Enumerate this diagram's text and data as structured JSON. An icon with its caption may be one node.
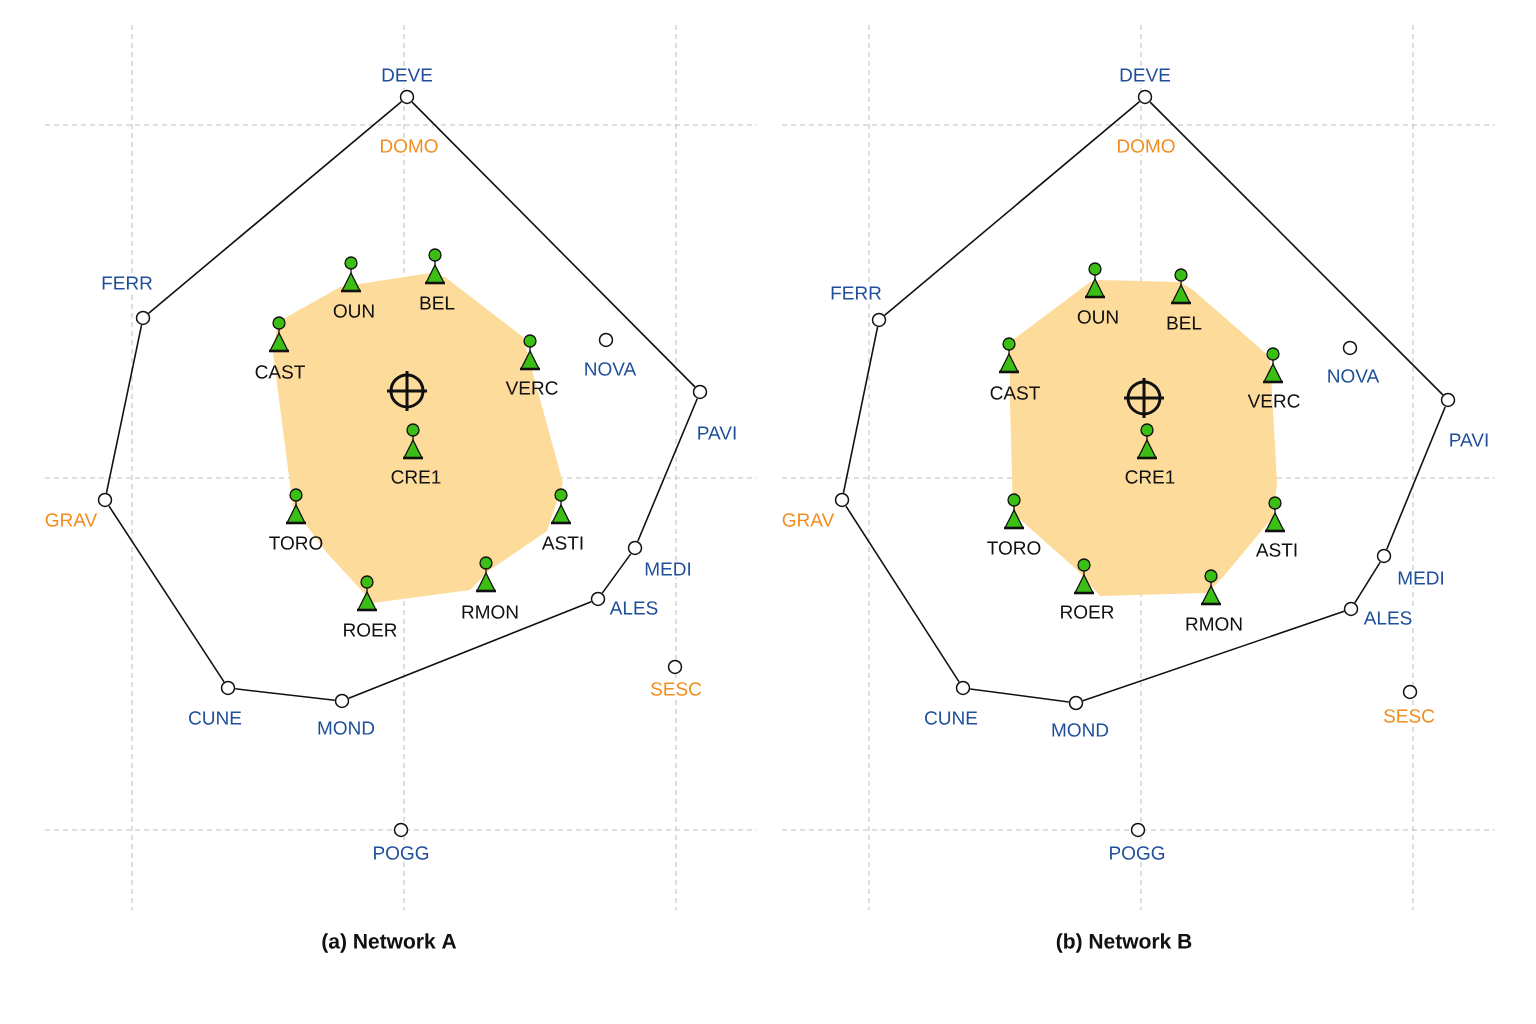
{
  "diagram": {
    "nodes": [
      {
        "text": [
          "DEVE"
        ]
      },
      {
        "text": [
          "DOMO"
        ]
      },
      {
        "text": [
          "PAVI"
        ]
      },
      {
        "text": [
          "MEDI"
        ]
      },
      {
        "text": [
          "ALES"
        ]
      },
      {
        "text": [
          "MOND"
        ]
      },
      {
        "text": [
          "CUNE"
        ]
      },
      {
        "text": [
          "GRAV"
        ]
      },
      {
        "text": [
          "FERR"
        ]
      },
      {
        "text": [
          "NOVA"
        ]
      },
      {
        "text": [
          "SESC"
        ]
      },
      {
        "text": [
          "POGG"
        ]
      },
      {
        "text": [
          "OUN"
        ]
      },
      {
        "text": [
          "BEL"
        ]
      },
      {
        "text": [
          "CAST"
        ]
      },
      {
        "text": [
          "VERC"
        ]
      },
      {
        "text": [
          "CRE1"
        ]
      },
      {
        "text": [
          "TORO"
        ]
      },
      {
        "text": [
          "ASTI"
        ]
      },
      {
        "text": [
          "RMON"
        ]
      },
      {
        "text": [
          "ROER"
        ]
      },
      {
        "text": [
          "DEVE"
        ]
      },
      {
        "text": [
          "DOMO"
        ]
      },
      {
        "text": [
          "PAVI"
        ]
      },
      {
        "text": [
          "MEDI"
        ]
      },
      {
        "text": [
          "ALES"
        ]
      },
      {
        "text": [
          "MOND"
        ]
      },
      {
        "text": [
          "CUNE"
        ]
      },
      {
        "text": [
          "GRAV"
        ]
      },
      {
        "text": [
          "FERR"
        ]
      },
      {
        "text": [
          "NOVA"
        ]
      },
      {
        "text": [
          "SESC"
        ]
      },
      {
        "text": [
          "POGG"
        ]
      },
      {
        "text": [
          "OUN"
        ]
      },
      {
        "text": [
          "BEL"
        ]
      },
      {
        "text": [
          "CAST"
        ]
      },
      {
        "text": [
          "VERC"
        ]
      },
      {
        "text": [
          "CRE1"
        ]
      },
      {
        "text": [
          "TORO"
        ]
      },
      {
        "text": [
          "ASTI"
        ]
      },
      {
        "text": [
          "RMON"
        ]
      },
      {
        "text": [
          "ROER"
        ]
      }
    ],
    "edges": [
      {
        "from": 0,
        "to": 2,
        "arrow": "none"
      },
      {
        "from": 2,
        "to": 3,
        "arrow": "none"
      },
      {
        "from": 3,
        "to": 4,
        "arrow": "none"
      },
      {
        "from": 4,
        "to": 5,
        "arrow": "none"
      },
      {
        "from": 5,
        "to": 6,
        "arrow": "none"
      },
      {
        "from": 6,
        "to": 7,
        "arrow": "none"
      },
      {
        "from": 7,
        "to": 8,
        "arrow": "none"
      },
      {
        "from": 8,
        "to": 0,
        "arrow": "none"
      },
      {
        "from": 21,
        "to": 23,
        "arrow": "none"
      },
      {
        "from": 23,
        "to": 24,
        "arrow": "none"
      },
      {
        "from": 24,
        "to": 25,
        "arrow": "none"
      },
      {
        "from": 25,
        "to": 26,
        "arrow": "none"
      },
      {
        "from": 26,
        "to": 27,
        "arrow": "none"
      },
      {
        "from": 27,
        "to": 28,
        "arrow": "none"
      },
      {
        "from": 28,
        "to": 29,
        "arrow": "none"
      },
      {
        "from": 29,
        "to": 21,
        "arrow": "none"
      }
    ],
    "labels": [
      "(a) Network A",
      "(b) Network B"
    ]
  }
}
